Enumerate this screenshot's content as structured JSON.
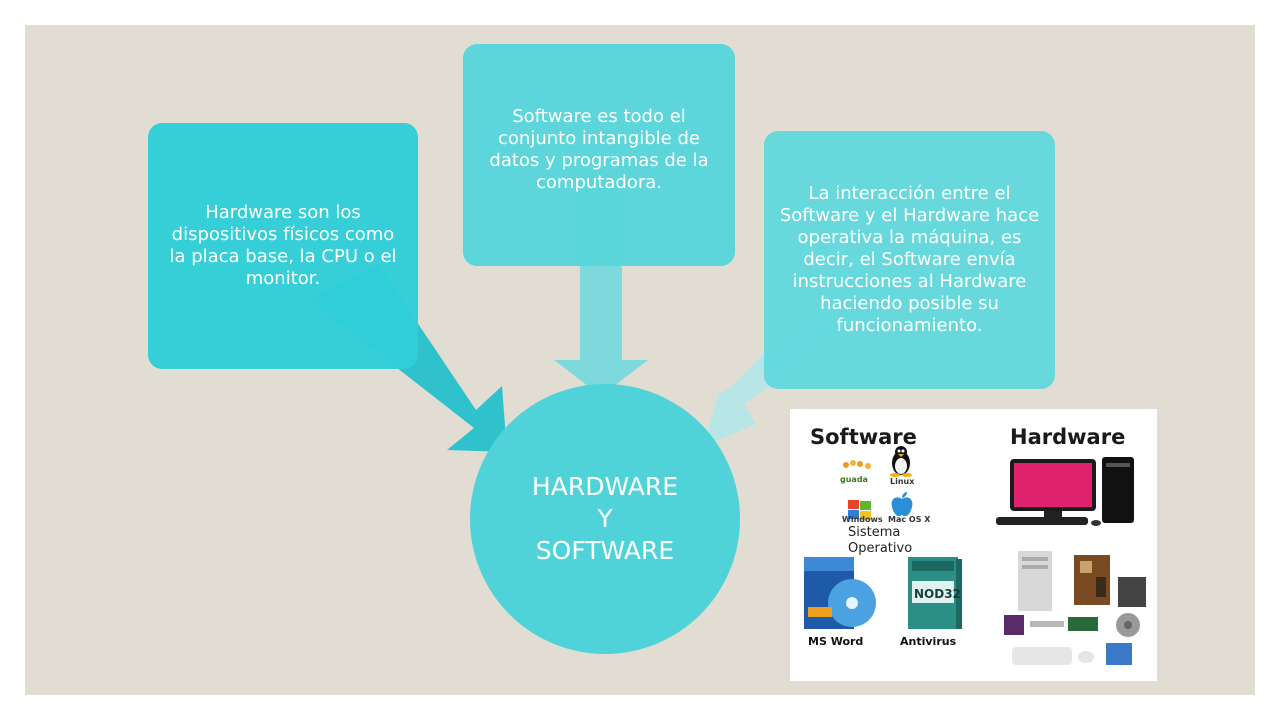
{
  "diagram": {
    "box_hardware": "Hardware son los dispositivos físicos como la placa base, la CPU o el monitor.",
    "box_software": "Software es todo el conjunto intangible de datos y programas de la computadora.",
    "box_interaction": "La interacción entre el Software y el Hardware hace operativa la máquina, es decir, el Software envía instrucciones al Hardware haciendo posible su funcionamiento.",
    "center": "HARDWARE\nY\nSOFTWARE"
  },
  "photo": {
    "software_heading": "Software",
    "hardware_heading": "Hardware",
    "os_label": "Sistema\nOperativo",
    "word_label": "MS Word",
    "antivirus_label": "Antivirus",
    "logo_guada": "guada",
    "logo_linux": "Linux",
    "logo_windows": "Windows",
    "logo_mac": "Mac OS X",
    "nod_label": "NOD32"
  },
  "colors": {
    "background": "#e2ddd3",
    "turquoise": "#30ced6",
    "center_circle": "#4fd3d8"
  },
  "icons": [
    "arrow-icon",
    "linux-penguin-icon",
    "windows-logo-icon",
    "apple-logo-icon",
    "computer-icon"
  ]
}
